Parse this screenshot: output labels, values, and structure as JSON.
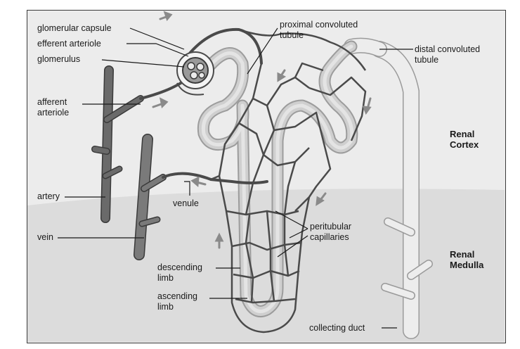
{
  "labels": {
    "glomerular_capsule": "glomerular capsule",
    "efferent_arteriole": "efferent arteriole",
    "glomerulus": "glomerulus",
    "afferent_arteriole": [
      "afferent",
      "arteriole"
    ],
    "artery": "artery",
    "vein": "vein",
    "venule": "venule",
    "proximal_convoluted_tubule": [
      "proximal convoluted",
      "tubule"
    ],
    "distal_convoluted_tubule": [
      "distal convoluted",
      "tubule"
    ],
    "peritubular_capillaries": [
      "peritubular",
      "capillaries"
    ],
    "descending_limb": [
      "descending",
      "limb"
    ],
    "ascending_limb": [
      "ascending",
      "limb"
    ],
    "collecting_duct": "collecting duct"
  },
  "regions": {
    "renal_cortex": [
      "Renal",
      "Cortex"
    ],
    "renal_medulla": [
      "Renal",
      "Medulla"
    ]
  },
  "colors": {
    "cortex_bg": "#ececec",
    "medulla_bg": "#dcdcdc",
    "vessel": "#5a5a5a",
    "tubule": "#c4c4c4",
    "duct": "#e6e6e6",
    "arrow": "#8a8a8a"
  }
}
